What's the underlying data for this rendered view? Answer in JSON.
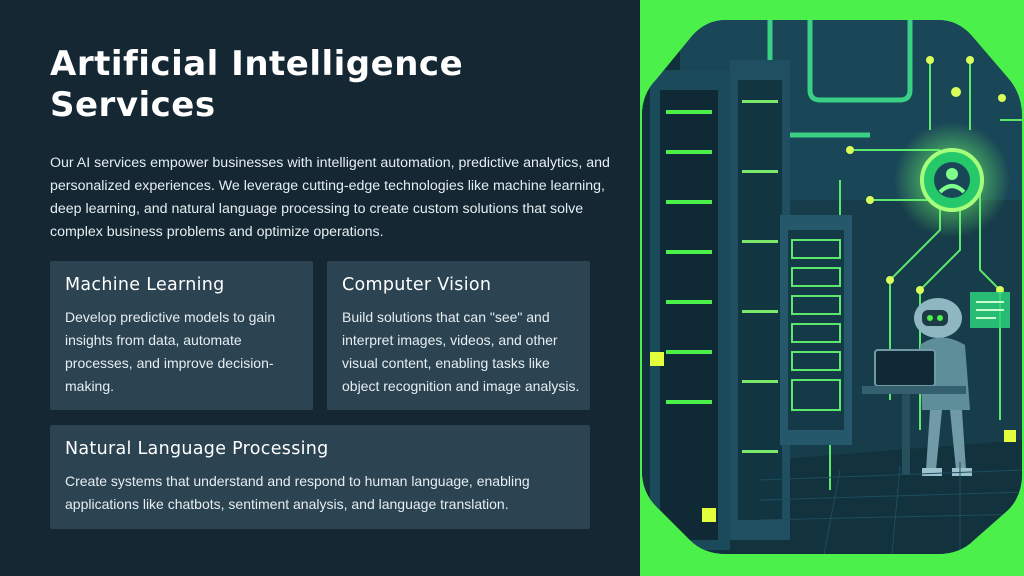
{
  "slide": {
    "title": "Artificial Intelligence Services",
    "intro": "Our AI services empower businesses with intelligent automation, predictive analytics, and personalized experiences. We leverage cutting-edge technologies like machine learning, deep learning, and natural language processing to create custom solutions that solve complex business problems and optimize operations."
  },
  "cards": [
    {
      "heading": "Machine Learning",
      "body": "Develop predictive models to gain insights from data, automate processes, and improve decision-making."
    },
    {
      "heading": "Computer Vision",
      "body": "Build solutions that can \"see\" and interpret images, videos, and other visual content, enabling tasks like object recognition and image analysis."
    },
    {
      "heading": "Natural Language Processing",
      "body": "Create systems that understand and respond to human language, enabling applications like chatbots, sentiment analysis, and language translation."
    }
  ],
  "colors": {
    "background": "#142733",
    "card": "#2c4351",
    "accent_green": "#4cf04b",
    "text": "#ffffff"
  },
  "illustration": {
    "icon": "robot-server-room-illustration"
  }
}
